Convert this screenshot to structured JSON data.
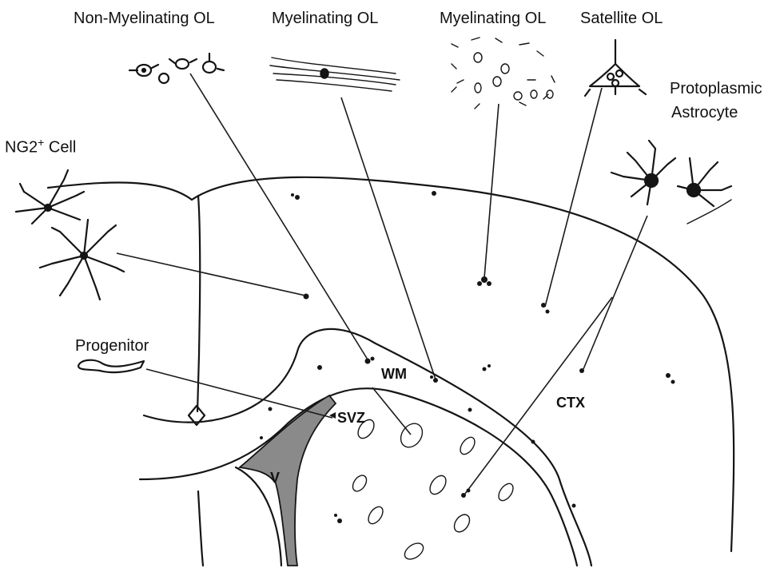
{
  "labels": {
    "non_myelinating_ol": "Non-Myelinating OL",
    "myelinating_ol_1": "Myelinating OL",
    "myelinating_ol_2": "Myelinating OL",
    "satellite_ol": "Satellite OL",
    "protoplasmic_line1": "Protoplasmic",
    "protoplasmic_line2": "Astrocyte",
    "ng2_main": "NG2",
    "ng2_sup": "+",
    "ng2_tail": " Cell",
    "progenitor": "Progenitor"
  },
  "regions": {
    "wm": "WM",
    "svz": "SVZ",
    "ctx": "CTX",
    "v": "V"
  },
  "colors": {
    "ink": "#151515",
    "background": "#ffffff"
  }
}
